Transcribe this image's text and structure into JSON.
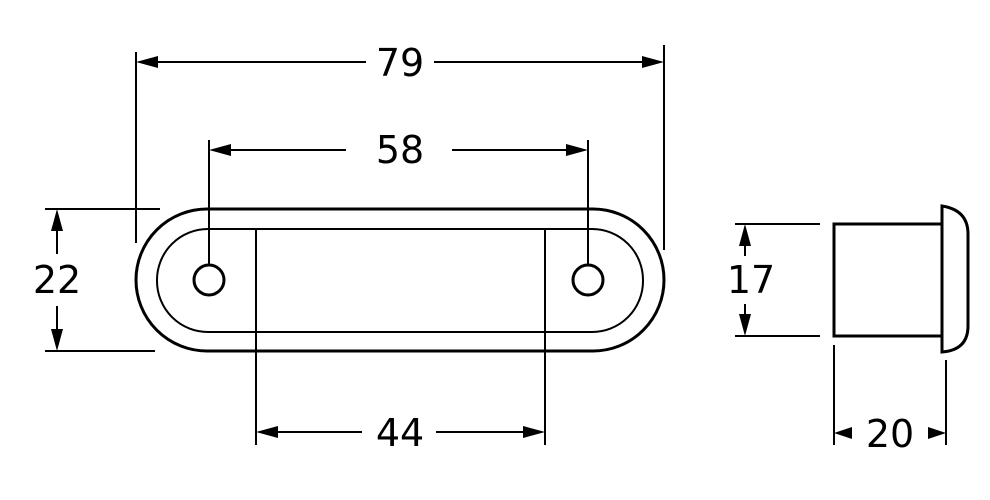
{
  "dimensions": {
    "overall_length": "79",
    "hole_spacing": "58",
    "lens_width": "44",
    "overall_height": "22",
    "body_height": "17",
    "depth": "20"
  }
}
